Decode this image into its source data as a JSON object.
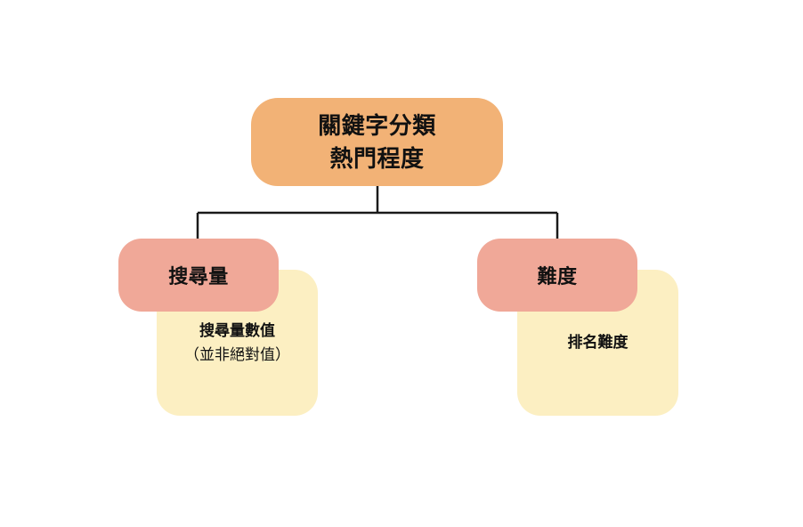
{
  "diagram": {
    "type": "tree",
    "root": {
      "lines": [
        "關鍵字分類",
        "熱門程度"
      ],
      "color": "#f2b276"
    },
    "branches": [
      {
        "pill_label": "搜尋量",
        "pill_color": "#f0a898",
        "card_title": "搜尋量數值",
        "card_sub": "（並非絕對值）",
        "card_color": "#fcefc2"
      },
      {
        "pill_label": "難度",
        "pill_color": "#f0a898",
        "card_title": "排名難度",
        "card_sub": "",
        "card_color": "#fcefc2"
      }
    ],
    "connector_color": "#1a1a1a",
    "background": "#ffffff"
  }
}
